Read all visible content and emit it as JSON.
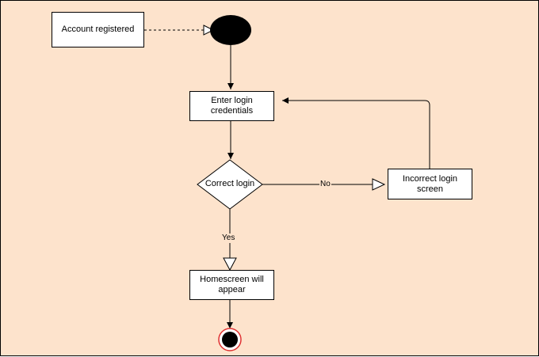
{
  "nodes": {
    "account_registered": "Account registered",
    "enter_login": "Enter login credentials",
    "correct_login": "Correct login",
    "incorrect_login": "Incorrect login screen",
    "homescreen": "Homescreen will appear"
  },
  "edge_labels": {
    "no": "No",
    "yes": "Yes"
  },
  "colors": {
    "background": "#fde3cc",
    "node_fill": "#ffffff",
    "stroke": "#000000",
    "final_ring": "#e03030"
  }
}
